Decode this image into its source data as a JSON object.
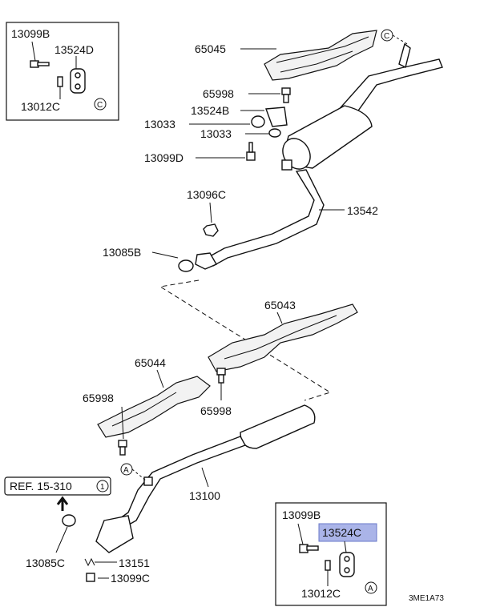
{
  "parts": {
    "p65045": "65045",
    "p65998_top": "65998",
    "p13524B": "13524B",
    "p13033_a": "13033",
    "p13033_b": "13033",
    "p13099D": "13099D",
    "p13096C": "13096C",
    "p13542": "13542",
    "p13085B": "13085B",
    "p65043": "65043",
    "p65044": "65044",
    "p65998_left": "65998",
    "p65998_mid": "65998",
    "p13100": "13100",
    "p13085C": "13085C",
    "p13151": "13151",
    "p13099C": "13099C"
  },
  "inset_top": {
    "p13099B": "13099B",
    "p13524D": "13524D",
    "p13012C": "13012C",
    "marker": "C"
  },
  "inset_bottom": {
    "p13099B": "13099B",
    "p13524C": "13524C",
    "p13012C": "13012C",
    "marker": "A"
  },
  "markers": {
    "c_top": "C",
    "a_mid": "A"
  },
  "ref": {
    "text": "REF. 15-310",
    "num": "1"
  },
  "diagram_code": "3ME1A73",
  "colors": {
    "highlight": "#aab4e8",
    "line": "#111111"
  }
}
